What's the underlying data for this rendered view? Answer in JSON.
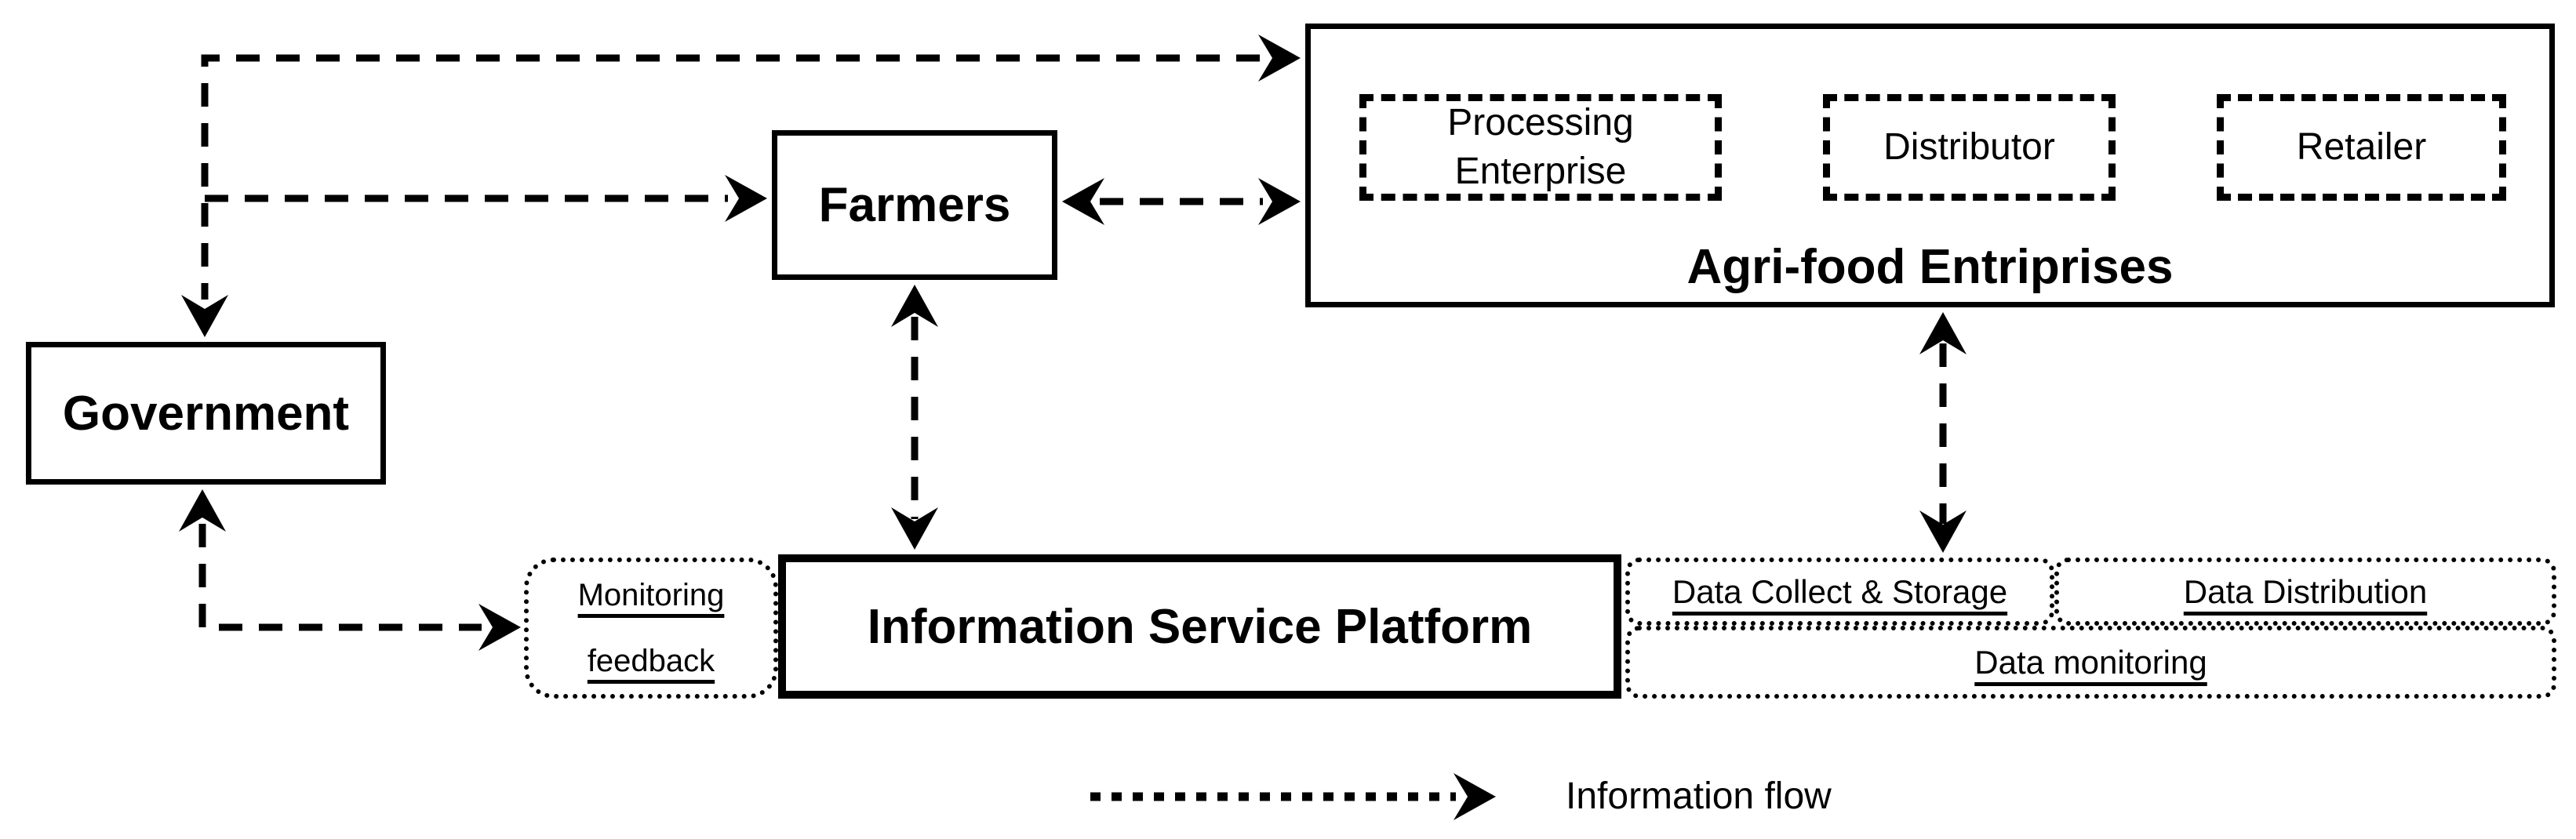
{
  "nodes": {
    "government": {
      "label": "Government"
    },
    "farmers": {
      "label": "Farmers"
    },
    "agrifood": {
      "title": "Agri-food Entriprises",
      "members": [
        {
          "label": "Processing Enterprise"
        },
        {
          "label": "Distributor"
        },
        {
          "label": "Retailer"
        }
      ]
    },
    "isp": {
      "label": "Information Service Platform"
    },
    "monitoring_feedback": {
      "line1": "Monitoring",
      "line2": "feedback"
    },
    "data_modules": {
      "collect": {
        "label": "Data Collect & Storage"
      },
      "distribution": {
        "label": "Data Distribution"
      },
      "monitoring": {
        "label": "Data monitoring"
      }
    }
  },
  "legend": {
    "label": "Information flow"
  },
  "colors": {
    "ink": "#000000",
    "background": "#ffffff"
  }
}
